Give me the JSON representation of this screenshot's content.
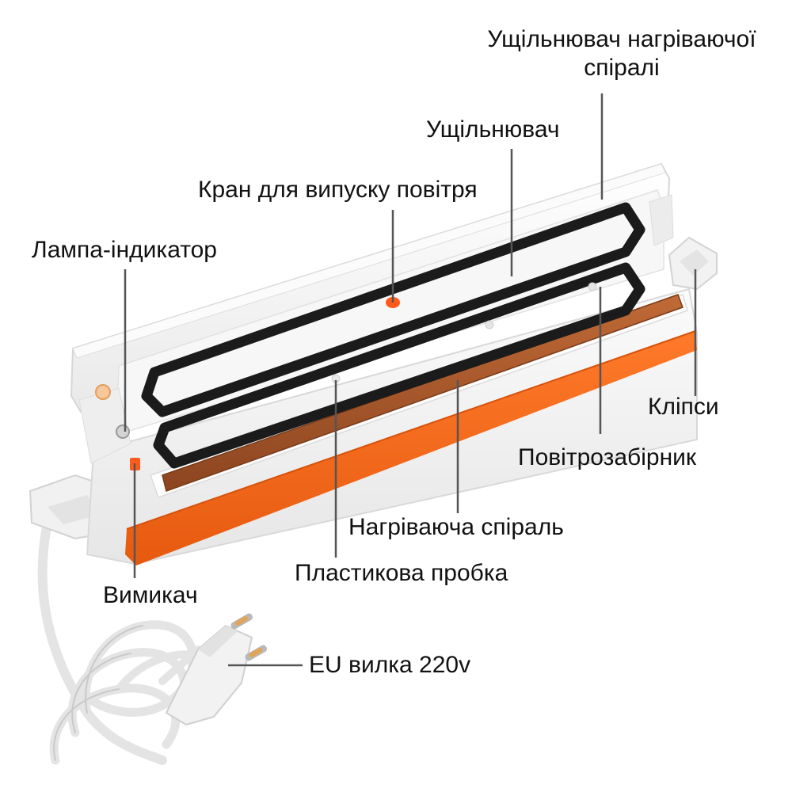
{
  "labels": {
    "heating_coil_sealer": {
      "line1": "Ущільнювач нагріваючої",
      "line2": "спіралі"
    },
    "sealer": "Ущільнювач",
    "air_release_valve": "Кран для випуску повітря",
    "indicator_lamp": "Лампа-індикатор",
    "clips": "Кліпси",
    "air_intake": "Повітрозабірник",
    "heating_coil": "Нагріваюча спіраль",
    "plastic_plug": "Пластикова пробка",
    "switch": "Вимикач",
    "eu_plug": "EU вилка 220v"
  },
  "colors": {
    "accent_orange": "#f26a1b",
    "gasket_black": "#1b1b1b",
    "heating_strip": "#a5552a",
    "body_white": "#f4f4f4",
    "leader_line": "#555555"
  }
}
